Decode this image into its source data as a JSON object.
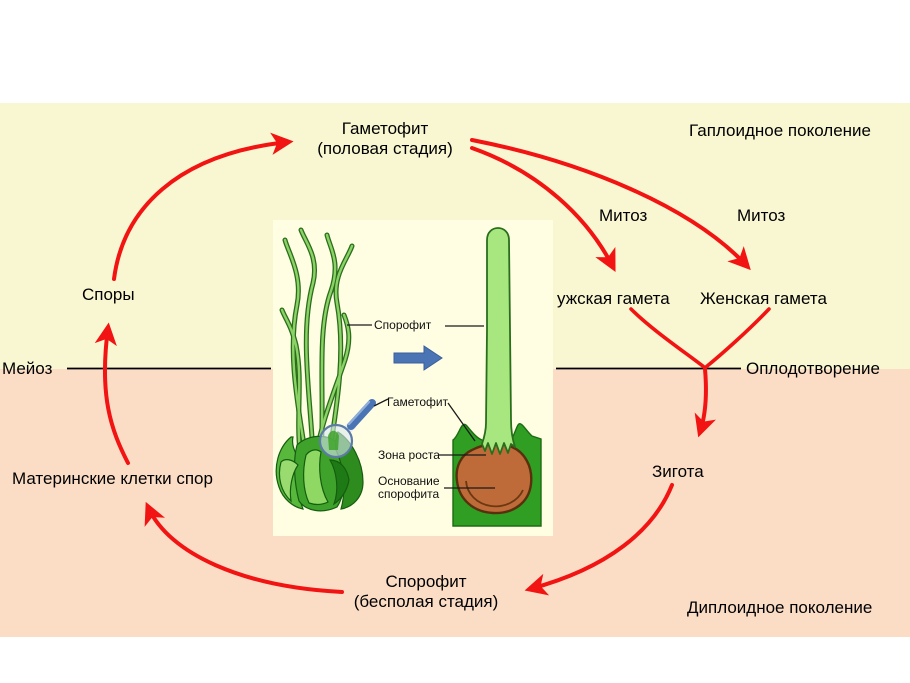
{
  "colors": {
    "haploid_bg": "#F9F7D2",
    "diploid_bg": "#FBDDC6",
    "panel_bg": "#FFFEE3",
    "arrow_red": "#F21313",
    "line_black": "#000000",
    "blue_arrow": "#4A74B4",
    "text_color": "#000000"
  },
  "generations": {
    "haploid": "Гаплоидное поколение",
    "diploid": "Диплоидное поколение"
  },
  "cycle": {
    "gametophyte_line1": "Гаметофит",
    "gametophyte_line2": "(половая стадия)",
    "mitosis_left": "Митоз",
    "mitosis_right": "Митоз",
    "male_gamete": "ужская гамета",
    "female_gamete": "Женская гамета",
    "fertilization": "Оплодотворение",
    "zygote": "Зигота",
    "sporophyte_line1": "Спорофит",
    "sporophyte_line2": "(бесполая стадия)",
    "spore_mother_cells": "Материнские клетки спор",
    "meiosis": "Мейоз",
    "spores": "Споры"
  },
  "inset": {
    "sporophyte": "Спорофит",
    "gametophyte": "Гаметофит",
    "growth_zone": "Зона роста",
    "base_line1": "Основание",
    "base_line2": "спорофита"
  }
}
